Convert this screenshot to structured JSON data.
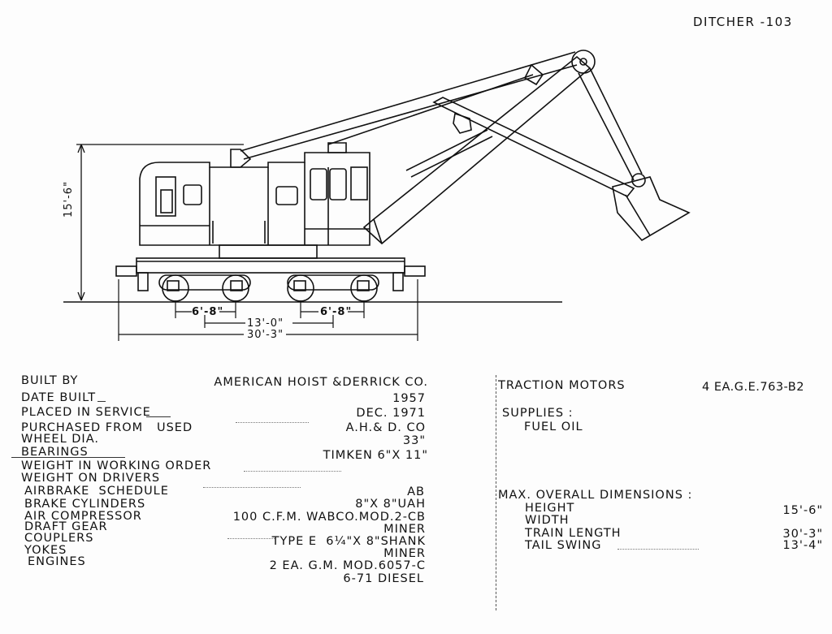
{
  "header": {
    "title": "DITCHER -103"
  },
  "dimensions": {
    "height": "15'-6\"",
    "axle_spacing_left": "6'-8\"",
    "axle_spacing_right": "6'-8\"",
    "truck_centers": "13'-0\"",
    "overall_length": "30'-3\""
  },
  "specs_left": {
    "labels": [
      "BUILT BY",
      "DATE BUILT",
      "PLACED IN SERVICE",
      "PURCHASED FROM   USED",
      "WHEEL DIA.",
      "BEARINGS",
      "WEIGHT IN WORKING ORDER",
      "WEIGHT ON DRIVERS",
      "AIRBRAKE  SCHEDULE",
      "BRAKE CYLINDERS",
      "AIR COMPRESSOR",
      "DRAFT GEAR",
      "COUPLERS",
      "YOKES",
      "ENGINES"
    ],
    "values": {
      "built_by": "AMERICAN HOIST &DERRICK CO.",
      "date_built": "1957",
      "placed_in_service": "DEC. 1971",
      "purchased_from": "A.H.& D. CO",
      "wheel_dia": "33\"",
      "bearings": "TIMKEN 6\"X 11\"",
      "airbrake_schedule": "AB",
      "brake_cylinders": "8\"X 8\"UAH",
      "air_compressor": "100 C.F.M. WABCO.MOD.2-CB",
      "draft_gear": "MINER",
      "couplers": "TYPE E  6¼\"X 8\"SHANK",
      "yokes": "MINER",
      "engines_line1": "2 EA. G.M. MOD.6057-C",
      "engines_line2": "6-71 DIESEL"
    }
  },
  "specs_right": {
    "traction_motors_label": "TRACTION MOTORS",
    "traction_motors_value": "4 EA.G.E.763-B2",
    "supplies_label": "SUPPLIES :",
    "fuel_oil_label": "FUEL OIL",
    "max_dims_label": "MAX. OVERALL DIMENSIONS :",
    "height_label": "HEIGHT",
    "height_value": "15'-6\"",
    "width_label": "WIDTH",
    "train_length_label": "TRAIN LENGTH",
    "train_length_value": "30'-3\"",
    "tail_swing_label": "TAIL SWING",
    "tail_swing_value": "13'-4\""
  }
}
